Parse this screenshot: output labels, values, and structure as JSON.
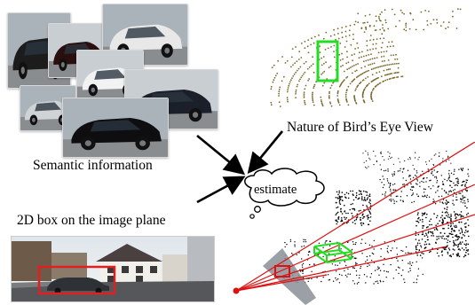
{
  "figure": {
    "caption_semantic": "Semantic information",
    "caption_2d_box": "2D box on the image plane",
    "caption_bev": "Nature of Bird’s Eye View",
    "thought_bubble_text": "estimate"
  },
  "colors": {
    "detection_box_green": "#22dd22",
    "ray_red": "#dd1111",
    "image_box_red": "#e02020",
    "point_cloud_bev": "#7a6a2a",
    "point_cloud_3d": "#000000",
    "arrow": "#000000"
  },
  "car_images": [
    {
      "name": "black-suv-photo",
      "body_color": "#1c1c1c"
    },
    {
      "name": "red-black-suv-photo",
      "body_color": "#2a0f0f"
    },
    {
      "name": "white-sedan-photo",
      "body_color": "#e8e8e8"
    },
    {
      "name": "white-hatchback-photo",
      "body_color": "#f2f2f2"
    },
    {
      "name": "silver-hatchback-photo",
      "body_color": "#cfd3d6"
    },
    {
      "name": "dark-sedan-photo",
      "body_color": "#1b1f2a"
    },
    {
      "name": "black-tesla-photo",
      "body_color": "#0e0e10"
    }
  ]
}
